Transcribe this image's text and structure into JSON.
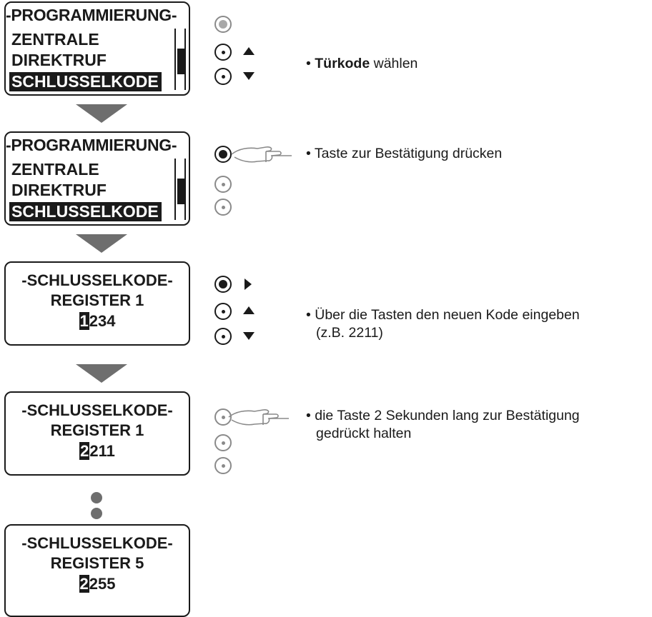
{
  "steps": [
    {
      "screen": {
        "title": "-PROGRAMMIERUNG-",
        "items": [
          "ZENTRALE",
          "DIREKTRUF",
          "SCHLUSSELKODE"
        ]
      },
      "instruction": {
        "bold": "Türkode",
        "rest": " wählen"
      }
    },
    {
      "screen": {
        "title": "-PROGRAMMIERUNG-",
        "items": [
          "ZENTRALE",
          "DIREKTRUF",
          "SCHLUSSELKODE"
        ]
      },
      "instruction": {
        "text": "Taste zur Bestätigung drücken"
      }
    },
    {
      "screen": {
        "title": "-SCHLUSSELKODE-",
        "register": "REGISTER 1",
        "code_first": "1",
        "code_rest": "234"
      },
      "instruction": {
        "line1": "Über die Tasten den neuen Kode eingeben",
        "line2": "(z.B. 2211)"
      }
    },
    {
      "screen": {
        "title": "-SCHLUSSELKODE-",
        "register": "REGISTER 1",
        "code_first": "2",
        "code_rest": "211"
      },
      "instruction": {
        "line1": "die Taste 2 Sekunden lang zur Bestätigung",
        "line2": "gedrückt halten"
      }
    },
    {
      "screen": {
        "title": "-SCHLUSSELKODE-",
        "register": "REGISTER 5",
        "code_first": "2",
        "code_rest": "255"
      }
    }
  ],
  "bullet": "•",
  "icons": [
    "ok-button-icon",
    "up-button-icon",
    "down-button-icon",
    "arrow-up-icon",
    "arrow-down-icon",
    "arrow-right-icon",
    "pressing-hand-icon",
    "flow-down-arrow-icon",
    "continuation-dot-icon"
  ],
  "colors": {
    "ink": "#1a1a1a",
    "arrow": "#6e6e6e",
    "inactive": "#8a8a8a"
  }
}
